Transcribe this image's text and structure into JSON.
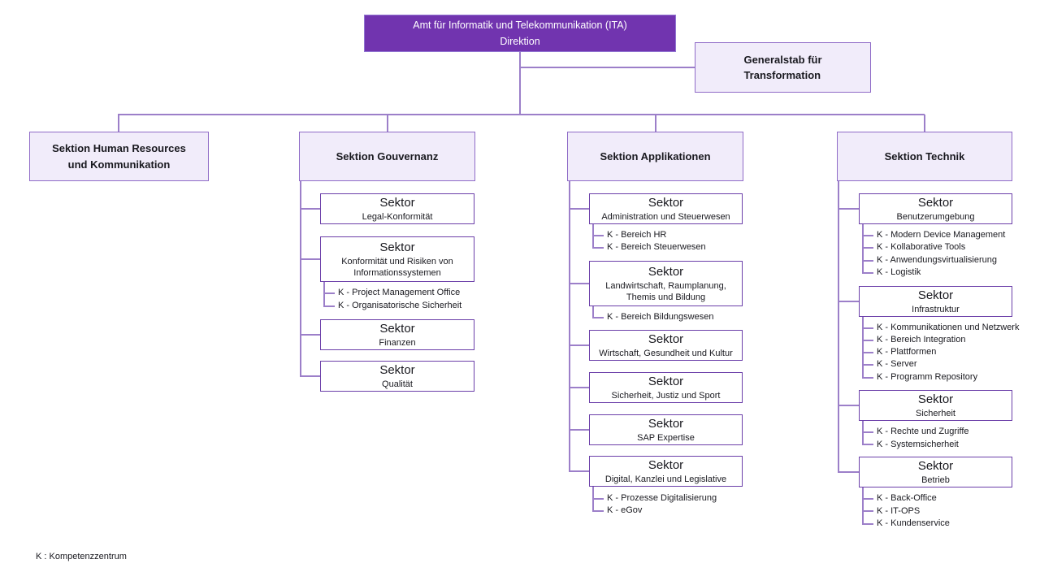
{
  "root": {
    "line1": "Amt für Informatik und Telekommunikation (ITA)",
    "line2": "Direktion"
  },
  "staff": {
    "line1": "Generalstab für",
    "line2": "Transformation"
  },
  "footnote": "K : Kompetenzzentrum",
  "colors": {
    "accent_purple": "#7134AF",
    "light_lavender": "#F1ECFA",
    "sektor_border": "#6B3FA9",
    "connector": "#9C7FC9"
  },
  "sections": [
    {
      "title": "Sektion Human Resources und Kommunikation",
      "sektors": []
    },
    {
      "title": "Sektion Gouvernanz",
      "sektors": [
        {
          "title": "Sektor",
          "subtitle": "Legal-Konformität",
          "k": []
        },
        {
          "title": "Sektor",
          "subtitle": "Konformität und Risiken von Informationssystemen",
          "k": [
            "K - Project Management Office",
            "K - Organisatorische Sicherheit"
          ]
        },
        {
          "title": "Sektor",
          "subtitle": "Finanzen",
          "k": []
        },
        {
          "title": "Sektor",
          "subtitle": "Qualität",
          "k": []
        }
      ]
    },
    {
      "title": "Sektion Applikationen",
      "sektors": [
        {
          "title": "Sektor",
          "subtitle": "Administration und Steuerwesen",
          "k": [
            "K - Bereich HR",
            "K - Bereich Steuerwesen"
          ]
        },
        {
          "title": "Sektor",
          "subtitle": "Landwirtschaft, Raumplanung, Themis und Bildung",
          "k": [
            "K - Bereich Bildungswesen"
          ]
        },
        {
          "title": "Sektor",
          "subtitle": "Wirtschaft, Gesundheit und Kultur",
          "k": []
        },
        {
          "title": "Sektor",
          "subtitle": "Sicherheit, Justiz und Sport",
          "k": []
        },
        {
          "title": "Sektor",
          "subtitle": "SAP Expertise",
          "k": []
        },
        {
          "title": "Sektor",
          "subtitle": "Digital, Kanzlei und Legislative",
          "k": [
            "K - Prozesse Digitalisierung",
            "K - eGov"
          ]
        }
      ]
    },
    {
      "title": "Sektion Technik",
      "sektors": [
        {
          "title": "Sektor",
          "subtitle": "Benutzerumgebung",
          "k": [
            "K - Modern Device Management",
            "K - Kollaborative Tools",
            "K - Anwendungsvirtualisierung",
            "K - Logistik"
          ]
        },
        {
          "title": "Sektor",
          "subtitle": "Infrastruktur",
          "k": [
            "K - Kommunikationen und Netzwerk",
            "K - Bereich Integration",
            "K - Plattformen",
            "K - Server",
            "K - Programm Repository"
          ]
        },
        {
          "title": "Sektor",
          "subtitle": "Sicherheit",
          "k": [
            "K - Rechte und Zugriffe",
            "K - Systemsicherheit"
          ]
        },
        {
          "title": "Sektor",
          "subtitle": "Betrieb",
          "k": [
            "K - Back-Office",
            "K - IT-OPS",
            "K - Kundenservice"
          ]
        }
      ]
    }
  ]
}
